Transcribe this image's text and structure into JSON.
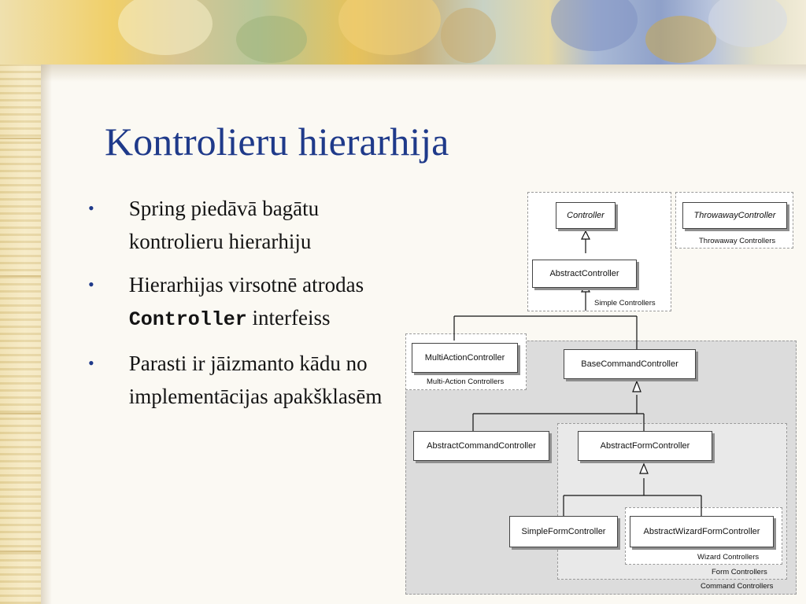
{
  "slide": {
    "title": "Kontrolieru hierarhija",
    "bullets": [
      {
        "text": "Spring piedāvā bagātu kontrolieru hierarhiju"
      },
      {
        "before": "Hierarhijas virsotnē atrodas ",
        "code": "Controller",
        "after": " interfeiss"
      },
      {
        "text": "Parasti ir jāizmanto kādu no implementācijas apakšklasēm"
      }
    ],
    "bullet_char": "•"
  },
  "diagram": {
    "classes": {
      "controller": "Controller",
      "throwaway_controller": "ThrowawayController",
      "abstract_controller": "AbstractController",
      "multi_action_controller": "MultiActionController",
      "base_command_controller": "BaseCommandController",
      "abstract_command_controller": "AbstractCommandController",
      "abstract_form_controller": "AbstractFormController",
      "simple_form_controller": "SimpleFormController",
      "abstract_wizard_form_controller": "AbstractWizardFormController"
    },
    "groups": {
      "simple": "Simple Controllers",
      "throwaway": "Throwaway Controllers",
      "multi_action": "Multi-Action Controllers",
      "wizard": "Wizard Controllers",
      "form": "Form Controllers",
      "command": "Command Controllers"
    }
  }
}
